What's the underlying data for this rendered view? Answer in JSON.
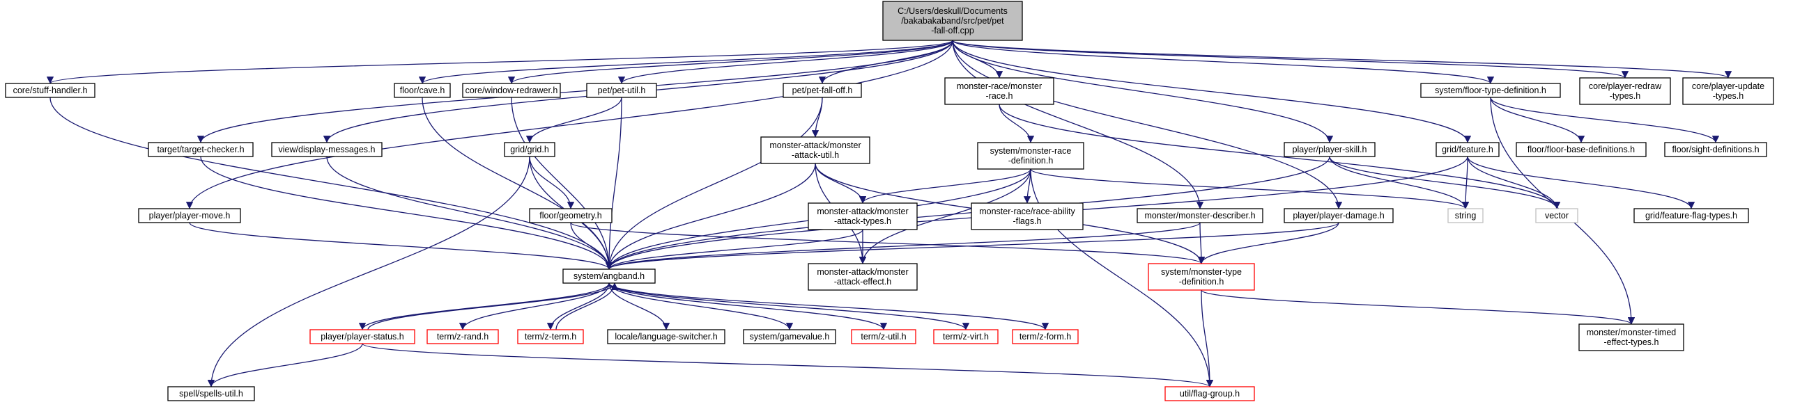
{
  "colors": {
    "edge": "#191970",
    "node_border": "#000000",
    "node_fill": "#ffffff",
    "root_fill": "#bfbfbf",
    "truncated_border": "#ff0000",
    "external_border": "#bfbfbf",
    "external_text": "#000000"
  },
  "nodes": [
    {
      "id": "root",
      "kind": "root",
      "lines": [
        "C:/Users/deskull/Documents",
        "/bakabakaband/src/pet/pet",
        "-fall-off.cpp"
      ]
    },
    {
      "id": "stuff_handler",
      "kind": "normal",
      "lines": [
        "core/stuff-handler.h"
      ]
    },
    {
      "id": "target_checker",
      "kind": "normal",
      "lines": [
        "target/target-checker.h"
      ]
    },
    {
      "id": "display_messages",
      "kind": "normal",
      "lines": [
        "view/display-messages.h"
      ]
    },
    {
      "id": "cave",
      "kind": "normal",
      "lines": [
        "floor/cave.h"
      ]
    },
    {
      "id": "window_redrawer",
      "kind": "normal",
      "lines": [
        "core/window-redrawer.h"
      ]
    },
    {
      "id": "pet_util",
      "kind": "normal",
      "lines": [
        "pet/pet-util.h"
      ]
    },
    {
      "id": "pet_fall_off",
      "kind": "normal",
      "lines": [
        "pet/pet-fall-off.h"
      ]
    },
    {
      "id": "monster_race",
      "kind": "normal",
      "lines": [
        "monster-race/monster",
        "-race.h"
      ]
    },
    {
      "id": "floor_type_def",
      "kind": "normal",
      "lines": [
        "system/floor-type-definition.h"
      ]
    },
    {
      "id": "player_redraw",
      "kind": "normal",
      "lines": [
        "core/player-redraw",
        "-types.h"
      ]
    },
    {
      "id": "player_update",
      "kind": "normal",
      "lines": [
        "core/player-update",
        "-types.h"
      ]
    },
    {
      "id": "grid",
      "kind": "normal",
      "lines": [
        "grid/grid.h"
      ]
    },
    {
      "id": "monster_attack_util",
      "kind": "normal",
      "lines": [
        "monster-attack/monster",
        "-attack-util.h"
      ]
    },
    {
      "id": "monster_race_def",
      "kind": "normal",
      "lines": [
        "system/monster-race",
        "-definition.h"
      ]
    },
    {
      "id": "player_skill",
      "kind": "normal",
      "lines": [
        "player/player-skill.h"
      ]
    },
    {
      "id": "feature",
      "kind": "normal",
      "lines": [
        "grid/feature.h"
      ]
    },
    {
      "id": "floor_base_defs",
      "kind": "normal",
      "lines": [
        "floor/floor-base-definitions.h"
      ]
    },
    {
      "id": "sight_defs",
      "kind": "normal",
      "lines": [
        "floor/sight-definitions.h"
      ]
    },
    {
      "id": "player_move",
      "kind": "normal",
      "lines": [
        "player/player-move.h"
      ]
    },
    {
      "id": "geometry",
      "kind": "normal",
      "lines": [
        "floor/geometry.h"
      ]
    },
    {
      "id": "monster_attack_types",
      "kind": "normal",
      "lines": [
        "monster-attack/monster",
        "-attack-types.h"
      ]
    },
    {
      "id": "race_ability_flags",
      "kind": "normal",
      "lines": [
        "monster-race/race-ability",
        "-flags.h"
      ]
    },
    {
      "id": "monster_describer",
      "kind": "normal",
      "lines": [
        "monster/monster-describer.h"
      ]
    },
    {
      "id": "player_damage",
      "kind": "normal",
      "lines": [
        "player/player-damage.h"
      ]
    },
    {
      "id": "string",
      "kind": "external",
      "lines": [
        "string"
      ]
    },
    {
      "id": "vector",
      "kind": "external",
      "lines": [
        "vector"
      ]
    },
    {
      "id": "feature_flag_types",
      "kind": "normal",
      "lines": [
        "grid/feature-flag-types.h"
      ]
    },
    {
      "id": "angband",
      "kind": "normal",
      "lines": [
        "system/angband.h"
      ]
    },
    {
      "id": "monster_attack_effect",
      "kind": "normal",
      "lines": [
        "monster-attack/monster",
        "-attack-effect.h"
      ]
    },
    {
      "id": "monster_type_def",
      "kind": "truncated",
      "lines": [
        "system/monster-type",
        "-definition.h"
      ]
    },
    {
      "id": "monster_timed_effect_types",
      "kind": "normal",
      "lines": [
        "monster/monster-timed",
        "-effect-types.h"
      ]
    },
    {
      "id": "player_status",
      "kind": "truncated",
      "lines": [
        "player/player-status.h"
      ]
    },
    {
      "id": "z_rand",
      "kind": "truncated",
      "lines": [
        "term/z-rand.h"
      ]
    },
    {
      "id": "z_term",
      "kind": "truncated",
      "lines": [
        "term/z-term.h"
      ]
    },
    {
      "id": "language_switcher",
      "kind": "normal",
      "lines": [
        "locale/language-switcher.h"
      ]
    },
    {
      "id": "gamevalue",
      "kind": "normal",
      "lines": [
        "system/gamevalue.h"
      ]
    },
    {
      "id": "z_util",
      "kind": "truncated",
      "lines": [
        "term/z-util.h"
      ]
    },
    {
      "id": "z_virt",
      "kind": "truncated",
      "lines": [
        "term/z-virt.h"
      ]
    },
    {
      "id": "z_form",
      "kind": "truncated",
      "lines": [
        "term/z-form.h"
      ]
    },
    {
      "id": "spells_util",
      "kind": "normal",
      "lines": [
        "spell/spells-util.h"
      ]
    },
    {
      "id": "flag_group",
      "kind": "truncated",
      "lines": [
        "util/flag-group.h"
      ]
    }
  ],
  "edges": [
    [
      "root",
      "stuff_handler"
    ],
    [
      "root",
      "target_checker"
    ],
    [
      "root",
      "display_messages"
    ],
    [
      "root",
      "cave"
    ],
    [
      "root",
      "window_redrawer"
    ],
    [
      "root",
      "pet_util"
    ],
    [
      "root",
      "pet_fall_off"
    ],
    [
      "root",
      "monster_race"
    ],
    [
      "root",
      "floor_type_def"
    ],
    [
      "root",
      "player_redraw"
    ],
    [
      "root",
      "player_update"
    ],
    [
      "root",
      "player_move"
    ],
    [
      "root",
      "player_skill"
    ],
    [
      "root",
      "feature"
    ],
    [
      "root",
      "monster_describer"
    ],
    [
      "root",
      "player_damage"
    ],
    [
      "stuff_handler",
      "angband"
    ],
    [
      "target_checker",
      "angband"
    ],
    [
      "display_messages",
      "angband"
    ],
    [
      "cave",
      "angband"
    ],
    [
      "window_redrawer",
      "angband"
    ],
    [
      "pet_util",
      "angband"
    ],
    [
      "pet_util",
      "grid"
    ],
    [
      "pet_fall_off",
      "angband"
    ],
    [
      "pet_fall_off",
      "monster_attack_util"
    ],
    [
      "monster_race",
      "monster_race_def"
    ],
    [
      "monster_race",
      "vector"
    ],
    [
      "floor_type_def",
      "floor_base_defs"
    ],
    [
      "floor_type_def",
      "sight_defs"
    ],
    [
      "floor_type_def",
      "monster_timed_effect_types"
    ],
    [
      "grid",
      "angband"
    ],
    [
      "grid",
      "geometry"
    ],
    [
      "grid",
      "spells_util"
    ],
    [
      "monster_attack_util",
      "angband"
    ],
    [
      "monster_attack_util",
      "monster_attack_types"
    ],
    [
      "monster_attack_util",
      "monster_attack_effect"
    ],
    [
      "monster_attack_util",
      "monster_type_def"
    ],
    [
      "monster_race_def",
      "angband"
    ],
    [
      "monster_race_def",
      "monster_attack_types"
    ],
    [
      "monster_race_def",
      "race_ability_flags"
    ],
    [
      "monster_race_def",
      "monster_attack_effect"
    ],
    [
      "monster_race_def",
      "string"
    ],
    [
      "monster_race_def",
      "flag_group"
    ],
    [
      "player_skill",
      "angband"
    ],
    [
      "player_skill",
      "string"
    ],
    [
      "player_skill",
      "vector"
    ],
    [
      "feature",
      "string"
    ],
    [
      "feature",
      "vector"
    ],
    [
      "feature",
      "feature_flag_types"
    ],
    [
      "feature",
      "angband"
    ],
    [
      "player_move",
      "angband"
    ],
    [
      "geometry",
      "angband"
    ],
    [
      "geometry",
      "monster_type_def"
    ],
    [
      "monster_attack_types",
      "angband"
    ],
    [
      "monster_attack_types",
      "monster_attack_effect"
    ],
    [
      "monster_describer",
      "angband"
    ],
    [
      "monster_describer",
      "monster_type_def"
    ],
    [
      "player_damage",
      "angband"
    ],
    [
      "player_damage",
      "monster_type_def"
    ],
    [
      "angband",
      "player_status"
    ],
    [
      "angband",
      "z_rand"
    ],
    [
      "angband",
      "z_term"
    ],
    [
      "angband",
      "language_switcher"
    ],
    [
      "angband",
      "gamevalue"
    ],
    [
      "angband",
      "z_util"
    ],
    [
      "angband",
      "z_virt"
    ],
    [
      "angband",
      "z_form"
    ],
    [
      "player_status",
      "angband"
    ],
    [
      "player_status",
      "spells_util"
    ],
    [
      "player_status",
      "flag_group"
    ],
    [
      "z_term",
      "angband"
    ],
    [
      "monster_type_def",
      "flag_group"
    ],
    [
      "monster_type_def",
      "monster_timed_effect_types"
    ]
  ]
}
